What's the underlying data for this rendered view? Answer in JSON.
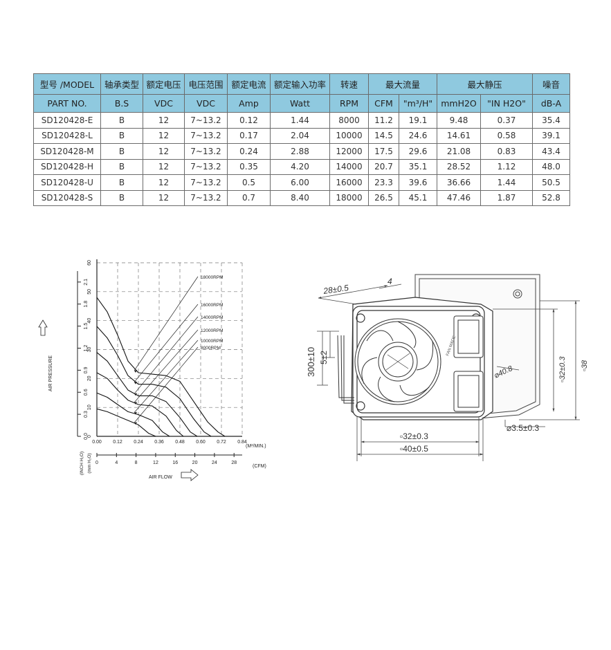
{
  "spec_table": {
    "header_cn": [
      "型号 /MODEL",
      "轴承类型",
      "额定电压",
      "电压范围",
      "额定电流",
      "额定输入功率",
      "转速",
      "最大流量",
      "最大静压",
      "噪音"
    ],
    "header_en": [
      "PART NO.",
      "B.S",
      "VDC",
      "VDC",
      "Amp",
      "Watt",
      "RPM",
      "CFM",
      "\"m³/H\"",
      "mmH2O",
      "\"IN H2O\"",
      "dB-A"
    ],
    "rows": [
      [
        "SD120428-E",
        "B",
        "12",
        "7~13.2",
        "0.12",
        "1.44",
        "8000",
        "11.2",
        "19.1",
        "9.48",
        "0.37",
        "35.4"
      ],
      [
        "SD120428-L",
        "B",
        "12",
        "7~13.2",
        "0.17",
        "2.04",
        "10000",
        "14.5",
        "24.6",
        "14.61",
        "0.58",
        "39.1"
      ],
      [
        "SD120428-M",
        "B",
        "12",
        "7~13.2",
        "0.24",
        "2.88",
        "12000",
        "17.5",
        "29.6",
        "21.08",
        "0.83",
        "43.4"
      ],
      [
        "SD120428-H",
        "B",
        "12",
        "7~13.2",
        "0.35",
        "4.20",
        "14000",
        "20.7",
        "35.1",
        "28.52",
        "1.12",
        "48.0"
      ],
      [
        "SD120428-U",
        "B",
        "12",
        "7~13.2",
        "0.5",
        "6.00",
        "16000",
        "23.3",
        "39.6",
        "36.66",
        "1.44",
        "50.5"
      ],
      [
        "SD120428-S",
        "B",
        "12",
        "7~13.2",
        "0.7",
        "8.40",
        "18000",
        "26.5",
        "45.1",
        "47.46",
        "1.87",
        "52.8"
      ]
    ]
  },
  "chart_data": {
    "type": "line",
    "xlabel": "AIR FLOW",
    "ylabel": "AIR PRESSURE",
    "x_unit_m3": "(M³/MIN.)",
    "x_unit_cfm": "(CFM)",
    "y_unit_inch": "(INCH H₂O)",
    "y_unit_mm": "(mm H₂O)",
    "xlim": [
      0,
      0.84
    ],
    "ylim": [
      0,
      60
    ],
    "x_ticks_m3": [
      "0.00",
      "0.12",
      "0.24",
      "0.36",
      "0.48",
      "0.60",
      "0.72",
      "0.84"
    ],
    "x_ticks_cfm": [
      "0",
      "4",
      "8",
      "12",
      "16",
      "20",
      "24",
      "28"
    ],
    "y_ticks_mm": [
      "0",
      "10",
      "20",
      "30",
      "40",
      "50",
      "60"
    ],
    "y_ticks_inch": [
      "0.0",
      "0.3",
      "0.6",
      "0.9",
      "1.2",
      "1.5",
      "1.8",
      "2.1"
    ],
    "grid": true,
    "series": [
      {
        "name": "18000RPM",
        "x": [
          0,
          0.06,
          0.12,
          0.18,
          0.24,
          0.32,
          0.4,
          0.48,
          0.56,
          0.64,
          0.7,
          0.74
        ],
        "y": [
          48,
          43,
          35,
          26,
          22,
          21.5,
          21,
          19,
          12,
          5,
          1.5,
          0
        ]
      },
      {
        "name": "16000RPM",
        "x": [
          0,
          0.06,
          0.12,
          0.18,
          0.24,
          0.32,
          0.4,
          0.48,
          0.56,
          0.62,
          0.66
        ],
        "y": [
          38,
          34,
          28,
          21,
          18,
          18,
          17,
          13,
          6,
          1.5,
          0
        ]
      },
      {
        "name": "14000RPM",
        "x": [
          0,
          0.06,
          0.12,
          0.18,
          0.24,
          0.32,
          0.4,
          0.48,
          0.54,
          0.58
        ],
        "y": [
          29,
          26,
          21,
          16,
          14,
          14,
          12,
          6.5,
          1.5,
          0
        ]
      },
      {
        "name": "12000RPM",
        "x": [
          0,
          0.06,
          0.12,
          0.18,
          0.24,
          0.32,
          0.4,
          0.46,
          0.5
        ],
        "y": [
          22,
          20,
          16,
          12.5,
          11,
          10.5,
          7,
          2,
          0
        ]
      },
      {
        "name": "10000RPM",
        "x": [
          0,
          0.06,
          0.12,
          0.18,
          0.24,
          0.32,
          0.38,
          0.42
        ],
        "y": [
          15,
          13.5,
          11,
          8.5,
          7.5,
          5.5,
          1.5,
          0
        ]
      },
      {
        "name": "8000RPM",
        "x": [
          0,
          0.06,
          0.12,
          0.18,
          0.24,
          0.3,
          0.34
        ],
        "y": [
          9.5,
          8.5,
          7,
          5.5,
          4,
          1,
          0
        ]
      }
    ]
  },
  "drawing": {
    "dim_width_top": "28±0.5",
    "dim_4": "4",
    "dim_cable": "300±10",
    "dim_strip": "5±2",
    "dim_dia": "⌀40.8",
    "dim_hole": "⌀3.5±0.3",
    "dim_32_bottom": "▫32±0.3",
    "dim_40_bottom": "▫40±0.5",
    "dim_32_side": "▫32±0.3",
    "dim_38_side": "▫38"
  }
}
